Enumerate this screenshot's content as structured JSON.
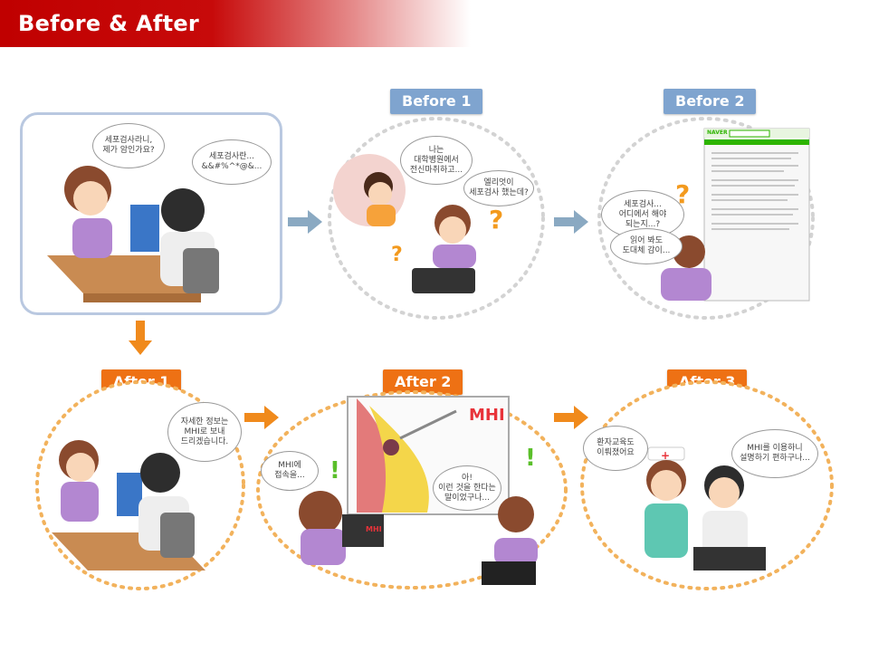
{
  "header": {
    "title": "Before & After"
  },
  "labels": {
    "before1": "Before 1",
    "before2": "Before 2",
    "after1": "After 1",
    "after2": "After 2",
    "after3": "After 3"
  },
  "logos": {
    "mhi": "MHI",
    "naver": "NAVER"
  },
  "colors": {
    "header_red": "#c00000",
    "before_blue": "#7fa4cf",
    "after_orange": "#ee7114",
    "arrow_orange": "#f08a1c"
  }
}
